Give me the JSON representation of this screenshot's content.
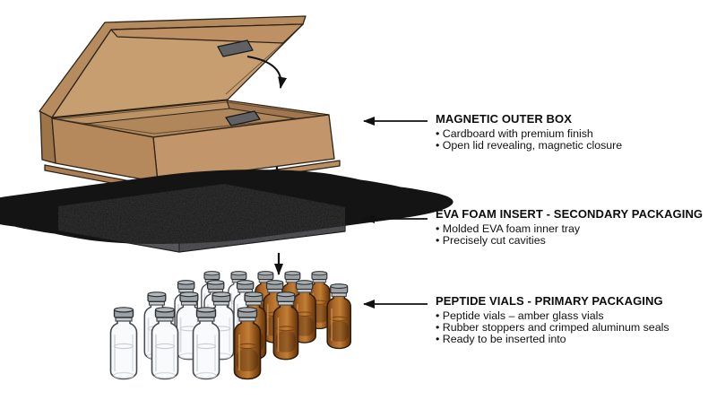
{
  "diagram": {
    "labels": [
      {
        "title": "MAGNETIC OUTER BOX",
        "bullets": [
          "Cardboard with premium finish",
          "Open lid revealing, magnetic closure"
        ]
      },
      {
        "title": "EVA FOAM INSERT - SECONDARY PACKAGING",
        "bullets": [
          "Molded EVA foam inner tray",
          "Precisely cut cavities"
        ]
      },
      {
        "title": "PEPTIDE VIALS - PRIMARY PACKAGING",
        "bullets": [
          "Peptide vials – amber glass vials",
          "Rubber stoppers and crimped aluminum seals",
          "Ready to be inserted into"
        ]
      }
    ],
    "components": [
      "Magnetic outer box",
      "EVA foam insert",
      "Peptide vials"
    ],
    "icons": {
      "lid_closing_arrow": "curved-down-arrow",
      "down_arrow": "↓",
      "label_pointer_arrow": "←"
    },
    "colors": {
      "background": "#FFFFFF",
      "box_tan": "#C79E6F",
      "box_tan_shade": "#B5895C",
      "foam_gray": "#57585B",
      "foam_side": "#3B3C3F",
      "cavity_dark": "#232427",
      "amber_glass": "#A96426",
      "clear_glass": "#F8FAFB",
      "cap_gray": "#9BA1A5",
      "seal_silver": "#C7CBCE",
      "magnet_gray": "#5F6164",
      "outline": "#1A1A1A",
      "text": "#0D0D0D"
    }
  }
}
